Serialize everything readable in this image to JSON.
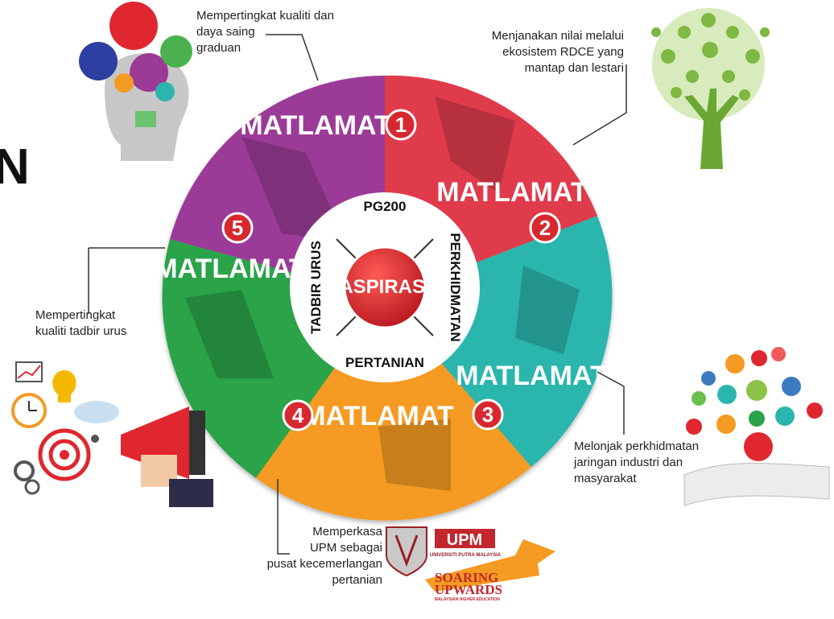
{
  "edge_letter": "N",
  "center": {
    "aspirasi": "ASPIRASI",
    "top": "PG200",
    "right": "PERKHIDMATAN",
    "bottom": "PERTANIAN",
    "left": "TADBIR URUS"
  },
  "goals": [
    {
      "label": "MATLAMAT",
      "number": "1",
      "color": "#9b3a97",
      "description": "Mempertingkat kualiti dan daya saing graduan"
    },
    {
      "label": "MATLAMAT",
      "number": "2",
      "color": "#e03b4b",
      "description": "Menjanakan nilai melalui ekosistem RDCE yang mantap dan lestari"
    },
    {
      "label": "MATLAMAT",
      "number": "3",
      "color": "#2bb5ad",
      "description": "Melonjak perkhidmatan jaringan industri dan masyarakat"
    },
    {
      "label": "MATLAMAT",
      "number": "4",
      "color": "#f59a22",
      "description": "Memperkasa UPM sebagai pusat kecemerlangan pertanian"
    },
    {
      "label": "MATLAMAT",
      "number": "5",
      "color": "#2aa34a",
      "description": "Mempertingkat kualiti tadbir urus"
    }
  ],
  "notes": {
    "g1": [
      "Mempertingkat kualiti dan",
      "daya saing",
      "graduan"
    ],
    "g2": [
      "Menjanakan nilai melalui",
      "ekosistem RDCE yang",
      "mantap dan lestari"
    ],
    "g3": [
      "Melonjak perkhidmatan",
      "jaringan industri dan",
      "masyarakat"
    ],
    "g4": [
      "Memperkasa",
      "UPM sebagai",
      "pusat kecemerlangan",
      "pertanian"
    ],
    "g5": [
      "Mempertingkat",
      "kualiti tadbir urus"
    ]
  },
  "logos": {
    "upm": "UPM",
    "upm_sub": "UNIVERSITI PUTRA MALAYSIA",
    "soaring_1": "SOARING",
    "soaring_2": "UPWARDS",
    "soaring_sub": "MALAYSIAN HIGHER EDUCATION"
  },
  "palette": {
    "purple": "#9b3a97",
    "red": "#e03b4b",
    "teal": "#2bb5ad",
    "orange": "#f59a22",
    "green": "#2aa34a",
    "center_red": "#d7282f"
  }
}
